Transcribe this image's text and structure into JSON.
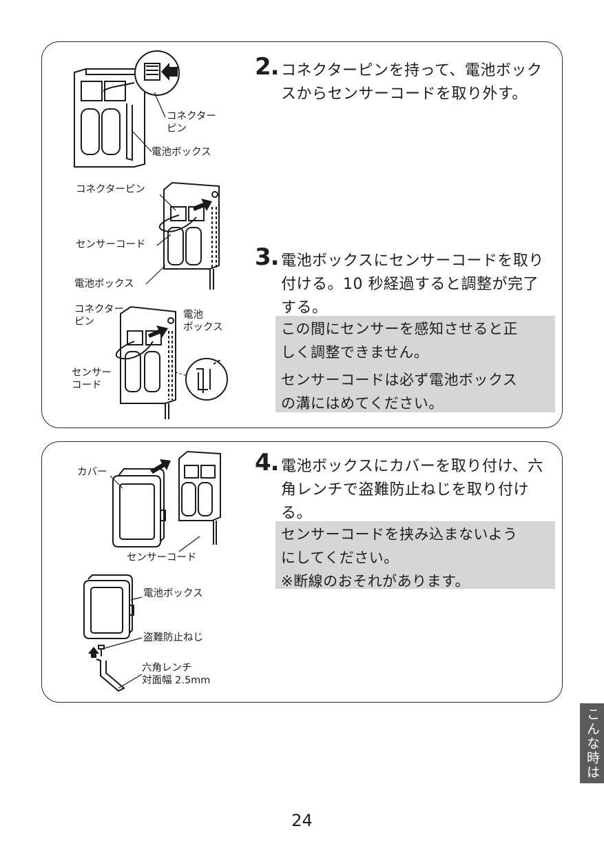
{
  "step2": {
    "number": "2.",
    "text_line1": "コネクターピンを持って、電池ボック",
    "text_line2": "スからセンサーコードを取り外す。"
  },
  "step3": {
    "number": "3.",
    "text_line1": "電池ボックスにセンサーコードを取り",
    "text_line2": "付ける。10 秒経過すると調整が完了",
    "text_line3": "する。",
    "note1_line1": "この間にセンサーを感知させると正",
    "note1_line2": "しく調整できません。",
    "note2_line1": "センサーコードは必ず電池ボックス",
    "note2_line2": "の溝にはめてください。"
  },
  "step4": {
    "number": "4.",
    "text_line1": "電池ボックスにカバーを取り付け、六",
    "text_line2": "角レンチで盗難防止ねじを取り付け",
    "text_line3": "る。",
    "note_line1": "センサーコードを挟み込まないよう",
    "note_line2": "にしてください。",
    "note_line3": "※断線のおそれがあります。"
  },
  "fig1": {
    "connector_pin": "コネクター\nピン",
    "battery_box": "電池ボックス"
  },
  "fig2": {
    "connector_pin": "コネクターピン",
    "sensor_cord": "センサーコード",
    "battery_box": "電池ボックス"
  },
  "fig3": {
    "connector_pin": "コネクター\nピン",
    "battery_box": "電池\nボックス",
    "sensor_cord": "センサー\nコード"
  },
  "fig4": {
    "cover": "カバー",
    "sensor_cord": "センサーコード",
    "battery_box": "電池ボックス",
    "antitheft_screw": "盗難防止ねじ",
    "hex_wrench": "六角レンチ\n対面幅 2.5mm"
  },
  "side_tab": "こんな時は",
  "page_number": "24"
}
